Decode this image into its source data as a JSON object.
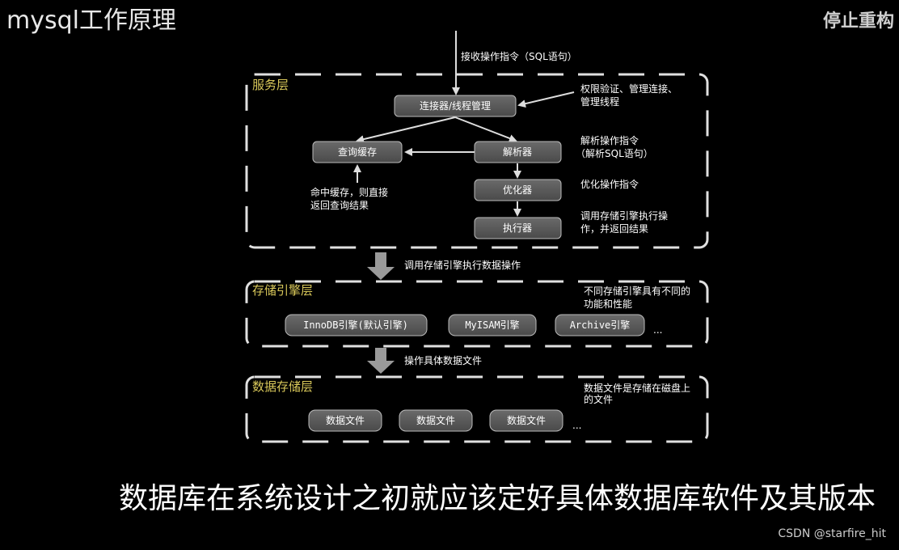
{
  "video": {
    "title": "mysql工作原理",
    "corner_text": "停止重构",
    "subtitle": "数据库在系统设计之初就应该定好具体数据库软件及其版本",
    "watermark": "CSDN @starfire_hit"
  },
  "diagram": {
    "input_label": "接收操作指令（SQL语句）",
    "service_layer": {
      "title": "服务层",
      "connector": "连接器/线程管理",
      "connector_note_1": "权限验证、管理连接、",
      "connector_note_2": "管理线程",
      "query_cache": "查询缓存",
      "parser": "解析器",
      "parser_note_1": "解析操作指令",
      "parser_note_2": "（解析SQL语句）",
      "optimizer": "优化器",
      "optimizer_note": "优化操作指令",
      "executor": "执行器",
      "executor_note_1": "调用存储引擎执行操",
      "executor_note_2": "作，并返回结果",
      "cache_note_1": "命中缓存，则直接",
      "cache_note_2": "返回查询结果"
    },
    "arrow_label_1": "调用存储引擎执行数据操作",
    "engine_layer": {
      "title": "存储引擎层",
      "note_1": "不同存储引擎具有不同的",
      "note_2": "功能和性能",
      "engines": [
        "InnoDB引擎(默认引擎)",
        "MyISAM引擎",
        "Archive引擎"
      ],
      "more": "..."
    },
    "arrow_label_2": "操作具体数据文件",
    "storage_layer": {
      "title": "数据存储层",
      "note_1": "数据文件是存储在磁盘上",
      "note_2": "的文件",
      "files": [
        "数据文件",
        "数据文件",
        "数据文件"
      ],
      "more": "..."
    }
  }
}
